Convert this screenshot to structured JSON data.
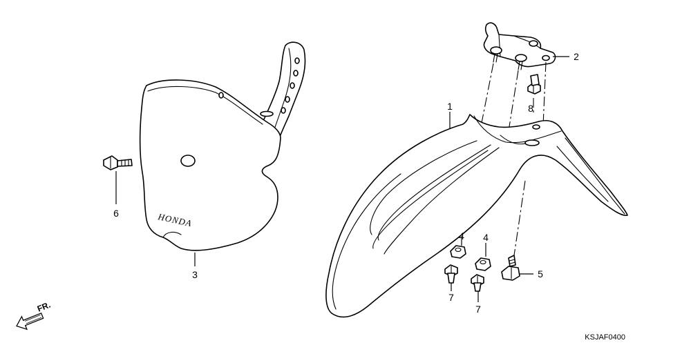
{
  "diagram": {
    "callouts": {
      "fender": "1",
      "bracket": "2",
      "number_plate": "3",
      "nut_left": "4",
      "nut_right": "4",
      "bolt_right": "5",
      "bolt_left": "6",
      "screw_left": "7",
      "screw_right": "7",
      "bolt_top": "8"
    },
    "plate_brand": "HONDA",
    "direction_label": "FR.",
    "diagram_code": "KSJAF0400"
  }
}
